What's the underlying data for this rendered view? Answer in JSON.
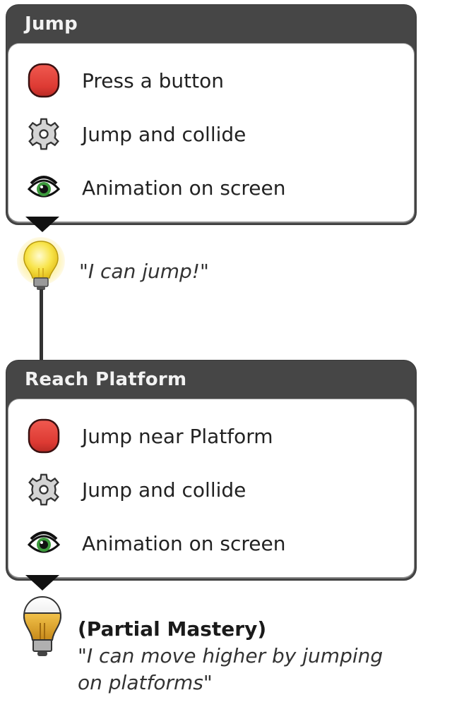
{
  "cards": [
    {
      "title": "Jump",
      "items": [
        {
          "icon": "red-button-icon",
          "label": "Press a button"
        },
        {
          "icon": "gear-icon",
          "label": "Jump and collide"
        },
        {
          "icon": "eye-icon",
          "label": "Animation on screen"
        }
      ]
    },
    {
      "title": "Reach Platform",
      "items": [
        {
          "icon": "red-button-icon",
          "label": "Jump near Platform"
        },
        {
          "icon": "gear-icon",
          "label": "Jump and collide"
        },
        {
          "icon": "eye-icon",
          "label": "Animation on screen"
        }
      ]
    }
  ],
  "outcomes": [
    {
      "icon": "lightbulb-lit-icon",
      "status": "",
      "quote": "\"I can jump!\""
    },
    {
      "icon": "lightbulb-half-icon",
      "status": "(Partial Mastery)",
      "quote_line1": "\"I can move higher by jumping",
      "quote_line2": "on platforms\""
    }
  ],
  "colors": {
    "header": "#464646",
    "button_red": "#e03a34",
    "eye_green": "#3c9a3c",
    "bulb_yellow": "#f6e54a",
    "bulb_amber": "#d9a028"
  }
}
